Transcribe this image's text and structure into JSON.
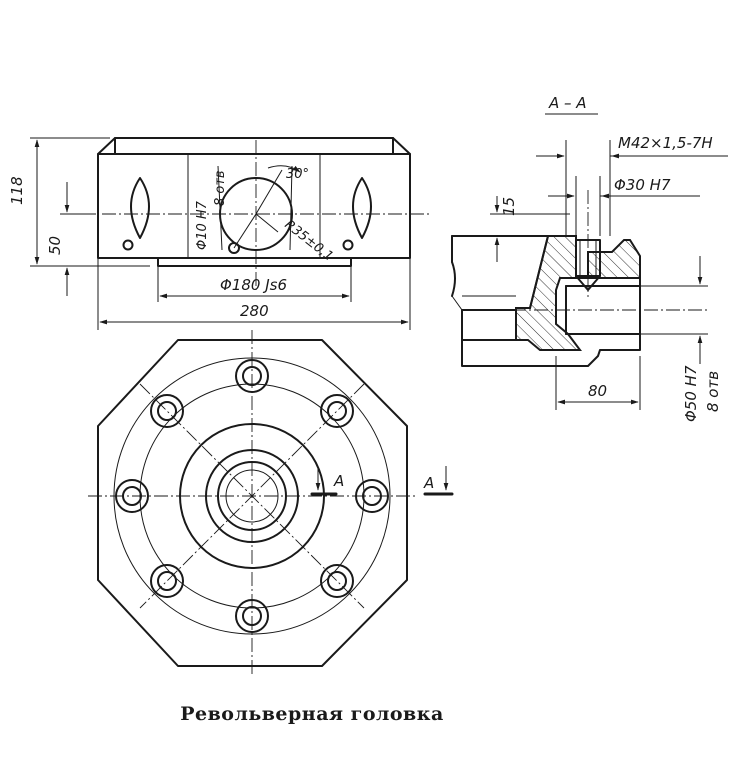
{
  "caption": "Револьверная головка",
  "section_label": "A – A",
  "cut_marker": "A",
  "dimensions": {
    "height_total": "118",
    "height_axis": "50",
    "holes_count": "8 отв",
    "bore": "Φ10 H7",
    "angle": "30°",
    "radius": "R35±0,1",
    "fit_diameter": "Φ180 Js6",
    "width": "280",
    "thread": "M42×1,5-7H",
    "bore_inner": "Φ30 H7",
    "depth": "15",
    "length": "80",
    "big_bore": "Φ50 H7",
    "big_bore_count": "8 отв"
  }
}
